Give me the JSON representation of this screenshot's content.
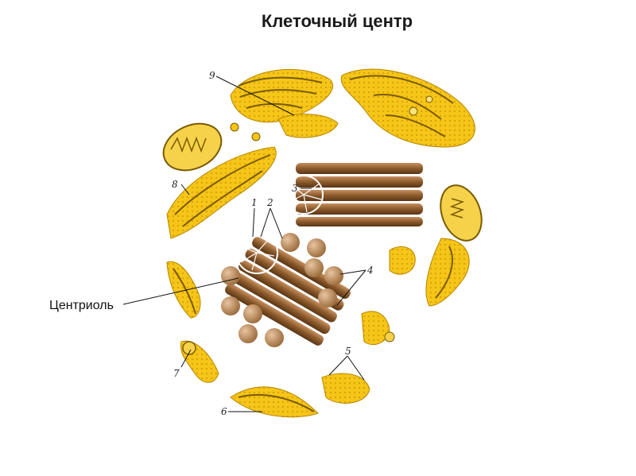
{
  "slide": {
    "title": "Клеточный центр"
  },
  "callout": {
    "label": "Центриоль"
  },
  "figure": {
    "numbers": [
      "1",
      "2",
      "3",
      "4",
      "5",
      "6",
      "7",
      "8",
      "9"
    ],
    "colors": {
      "organelle_fill": "#f5c518",
      "organelle_dark": "#e2a400",
      "outline": "#7a5a00",
      "tubule_brown": "#8b5a2b",
      "tubule_light": "#c89060",
      "sphere": "#b98a5a"
    }
  }
}
